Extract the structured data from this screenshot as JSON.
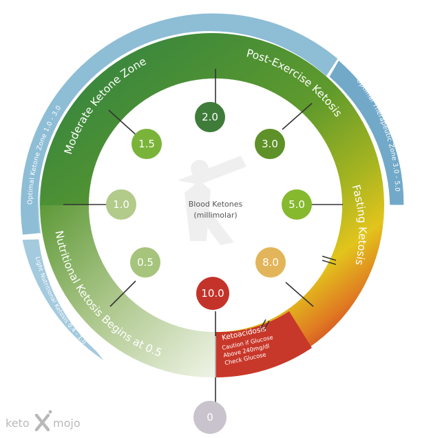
{
  "center": {
    "title": "Blood Ketones",
    "unit": "(millimolar)"
  },
  "zones": {
    "moderate": "Moderate Ketone Zone",
    "post_exercise": "Post-Exercise Ketosis",
    "fasting": "Fasting Ketosis",
    "nutritional": "Nutritional Ketosis Begins at 0.5"
  },
  "outer_bands": {
    "optimal_ketone": "Optimal Ketone Zone 1.0 - 3.0",
    "optimal_therapeutic": "Optimal Therapeutic Zone 3.0 - 5.0",
    "light_nutritional": "Light Nutritional Ketosis 0.4 - 1.0"
  },
  "ketoacidosis": {
    "title": "Ketoacidosis",
    "lines": [
      "Caution if Glucose",
      "Above 240mg/dl",
      "Check Glucose"
    ]
  },
  "levels": [
    {
      "label": "0",
      "color": "#c8c3cc"
    },
    {
      "label": "0.5",
      "color": "#a6c47c"
    },
    {
      "label": "1.0",
      "color": "#b2ca8a"
    },
    {
      "label": "1.5",
      "color": "#7ab33a"
    },
    {
      "label": "2.0",
      "color": "#3f7c3a"
    },
    {
      "label": "3.0",
      "color": "#5e9128"
    },
    {
      "label": "5.0",
      "color": "#86b92e"
    },
    {
      "label": "8.0",
      "color": "#e3b55a"
    },
    {
      "label": "10.0",
      "color": "#c4332a"
    }
  ],
  "colors": {
    "outer_band": "#72a9c9",
    "ketoacidosis": "#c5362a",
    "deep_green": "#3e8a3a",
    "light_green": "#eef3e2",
    "yellow": "#dbc21a"
  },
  "logo": {
    "left": "keto",
    "right": "mojo"
  }
}
